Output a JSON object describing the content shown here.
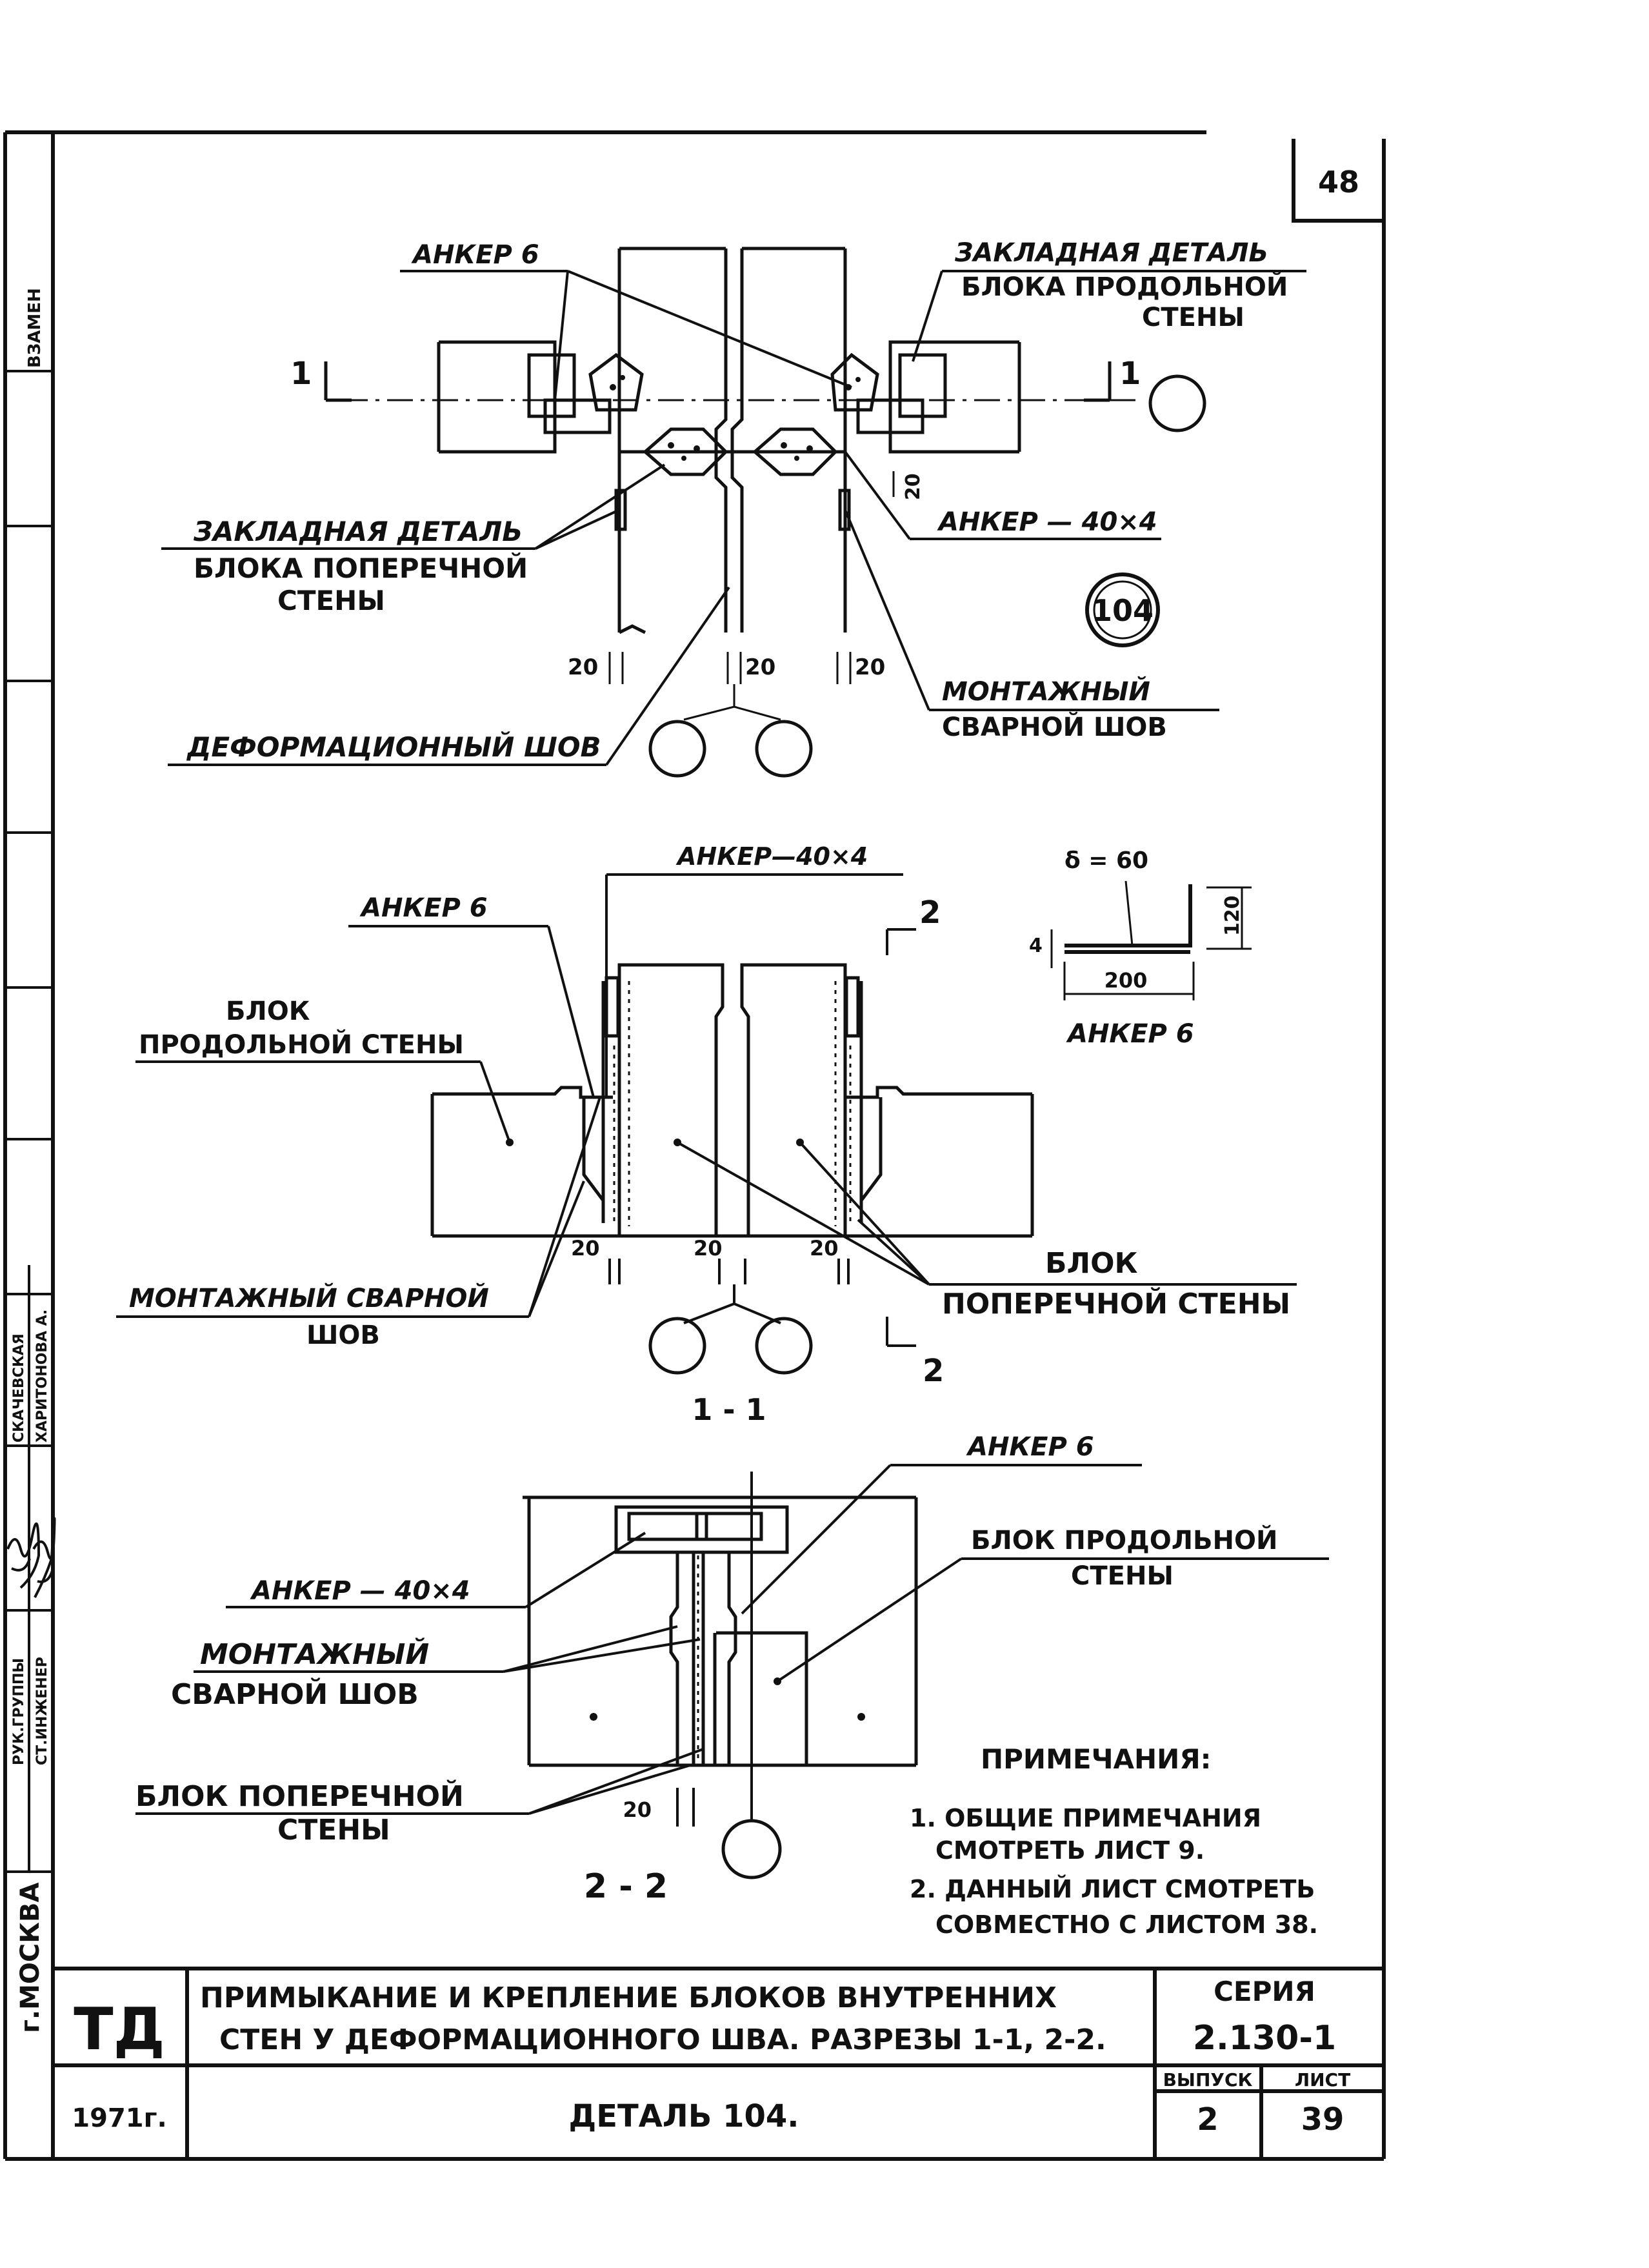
{
  "page_number": "48",
  "side_stamps": {
    "vzamen": "ВЗАМЕН",
    "skachevskaya": "СКАЧЕВСКАЯ",
    "kharitonova": "ХАРИТОНОВА А.",
    "ruk_gruppy": "РУК.ГРУППЫ",
    "st_inzhener": "СТ.ИНЖЕНЕР",
    "city": "г.МОСКВА"
  },
  "detail_104": {
    "anker6": "АНКЕР 6",
    "zakl_prod_1": "ЗАКЛАДНАЯ ДЕТАЛЬ",
    "zakl_prod_2": "БЛОКА ПРОДОЛЬНОЙ",
    "zakl_prod_3": "СТЕНЫ",
    "zakl_pop_1": "ЗАКЛАДНАЯ ДЕТАЛЬ",
    "zakl_pop_2": "БЛОКА ПОПЕРЕЧНОЙ",
    "zakl_pop_3": "СТЕНЫ",
    "anker_40": "АНКЕР — 40×4",
    "montazh_1": "МОНТАЖНЫЙ",
    "montazh_2": "СВАРНОЙ ШОВ",
    "deform": "ДЕФОРМАЦИОННЫЙ ШОВ",
    "detail_num": "104",
    "cut_mark": "1",
    "dim_20": "20"
  },
  "section_1_1": {
    "anker_40": "АНКЕР—40×4",
    "anker6": "АНКЕР 6",
    "blok_prod_1": "БЛОК",
    "blok_prod_2": "ПРОДОЛЬНОЙ СТЕНЫ",
    "montazh_1": "МОНТАЖНЫЙ СВАРНОЙ",
    "montazh_2": "ШОВ",
    "blok_pop_1": "БЛОК",
    "blok_pop_2": "ПОПЕРЕЧНОЙ СТЕНЫ",
    "cut_mark": "2",
    "title": "1 - 1",
    "dim_20": "20"
  },
  "anchor_detail": {
    "spec": "δ = 60",
    "dim_4": "4",
    "dim_120": "120",
    "dim_200": "200",
    "caption": "АНКЕР 6"
  },
  "section_2_2": {
    "anker6": "АНКЕР 6",
    "blok_prod_1": "БЛОК ПРОДОЛЬНОЙ",
    "blok_prod_2": "СТЕНЫ",
    "anker_40": "АНКЕР — 40×4",
    "montazh_1": "МОНТАЖНЫЙ",
    "montazh_2": "СВАРНОЙ ШОВ",
    "blok_pop_1": "БЛОК ПОПЕРЕЧНОЙ",
    "blok_pop_2": "СТЕНЫ",
    "title": "2 - 2",
    "dim_20": "20"
  },
  "notes": {
    "heading": "ПРИМЕЧАНИЯ:",
    "n1_a": "1. ОБЩИЕ ПРИМЕЧАНИЯ",
    "n1_b": "СМОТРЕТЬ ЛИСТ 9.",
    "n2_a": "2. ДАННЫЙ ЛИСТ СМОТРЕТЬ",
    "n2_b": "СОВМЕСТНО С ЛИСТОМ 38."
  },
  "title_block": {
    "org": "ТД",
    "year": "1971г.",
    "title_1": "ПРИМЫКАНИЕ И КРЕПЛЕНИЕ БЛОКОВ ВНУТРЕННИХ",
    "title_2": "СТЕН У ДЕФОРМАЦИОННОГО ШВА. РАЗРЕЗЫ 1-1, 2-2.",
    "detail": "ДЕТАЛЬ 104.",
    "seria_label": "СЕРИЯ",
    "seria": "2.130-1",
    "vypusk_label": "ВЫПУСК",
    "vypusk": "2",
    "list_label": "ЛИСТ",
    "list": "39"
  }
}
